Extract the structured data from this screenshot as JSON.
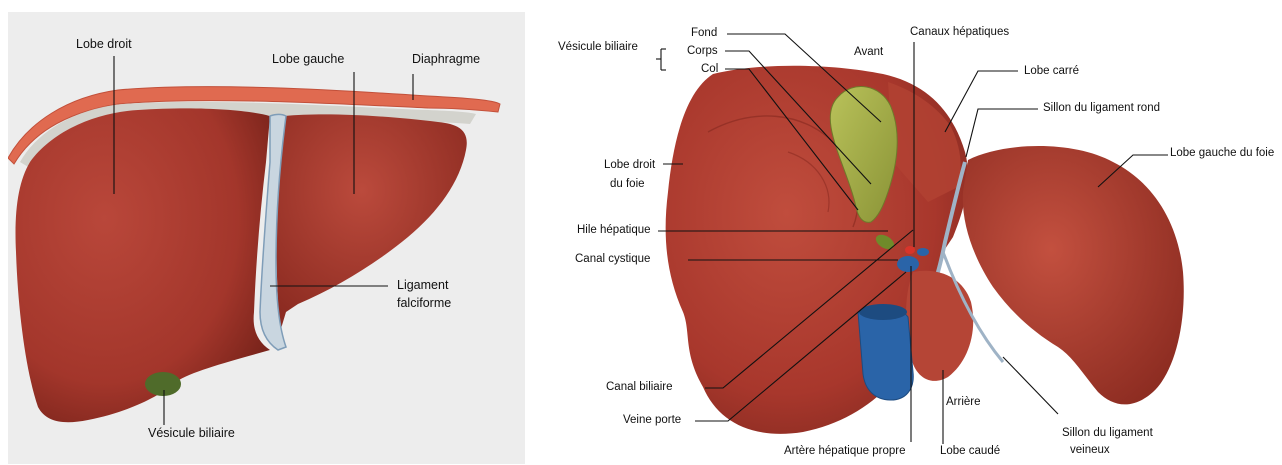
{
  "left_panel": {
    "labels": {
      "right_lobe": "Lobe droit",
      "left_lobe": "Lobe gauche",
      "diaphragm": "Diaphragme",
      "ligament_line1": "Ligament",
      "ligament_line2": "falciforme",
      "gallbladder": "Vésicule biliaire"
    }
  },
  "right_panel": {
    "labels": {
      "gallbladder_group": "Vésicule biliaire",
      "fundus": "Fond",
      "body": "Corps",
      "neck": "Col",
      "front": "Avant",
      "hepatic_ducts": "Canaux hépatiques",
      "quadrate_lobe": "Lobe carré",
      "round_ligament_groove": "Sillon du ligament rond",
      "left_lobe_liver": "Lobe gauche du foie",
      "right_lobe_line1": "Lobe droit",
      "right_lobe_line2": "du foie",
      "hepatic_hilum": "Hile hépatique",
      "cystic_duct": "Canal cystique",
      "bile_duct": "Canal biliaire",
      "portal_vein": "Veine porte",
      "hepatic_artery": "Artère hépatique propre",
      "caudate_lobe": "Lobe caudé",
      "back": "Arrière",
      "venous_ligament_line1": "Sillon du ligament",
      "venous_ligament_line2": "veineux"
    }
  },
  "colors": {
    "liver": "#a8372c",
    "liver_dark": "#7e2219",
    "diaphragm": "#e06a50",
    "ligament": "#b8c9d8",
    "gallbladder": "#a9b04a",
    "vein": "#2a64a8",
    "artery": "#d8342a"
  }
}
